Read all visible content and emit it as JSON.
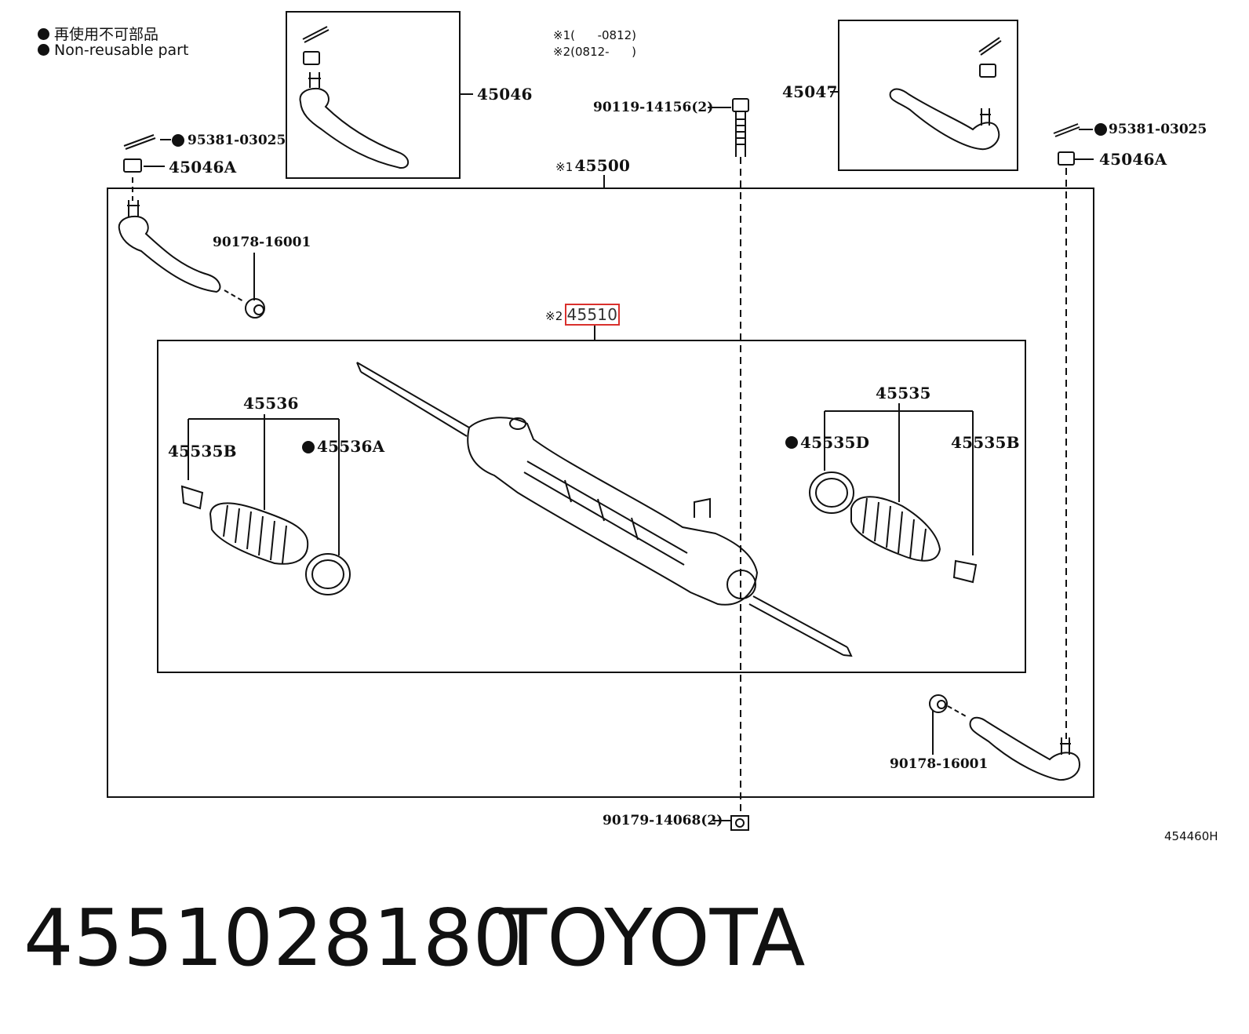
{
  "legend": {
    "line1": "再使用不可部品",
    "line2": "Non-reusable part"
  },
  "notes": {
    "n1_mark": "※1",
    "n1_text": "(      -0812)",
    "n2_mark": "※2",
    "n2_text": "(0812-      )"
  },
  "parts": {
    "p45046": "45046",
    "p45047": "45047",
    "p90119": "90119-14156(2)",
    "p95381_left": "95381-03025",
    "p95381_right": "95381-03025",
    "p45046A_left": "45046A",
    "p45046A_right": "45046A",
    "p45500_mark": "※1",
    "p45500": "45500",
    "p90178_left": "90178-16001",
    "p90178_right": "90178-16001",
    "p45510_mark": "※2",
    "p45510": "45510",
    "p45536": "45536",
    "p45535B_left": "45535B",
    "p45536A": "45536A",
    "p45535": "45535",
    "p45535D": "45535D",
    "p45535B_right": "45535B",
    "p90179": "90179-14068(2)",
    "diagram_code": "454460H"
  },
  "footer": {
    "part_number": "4551028180",
    "brand": "TOYOTA"
  }
}
